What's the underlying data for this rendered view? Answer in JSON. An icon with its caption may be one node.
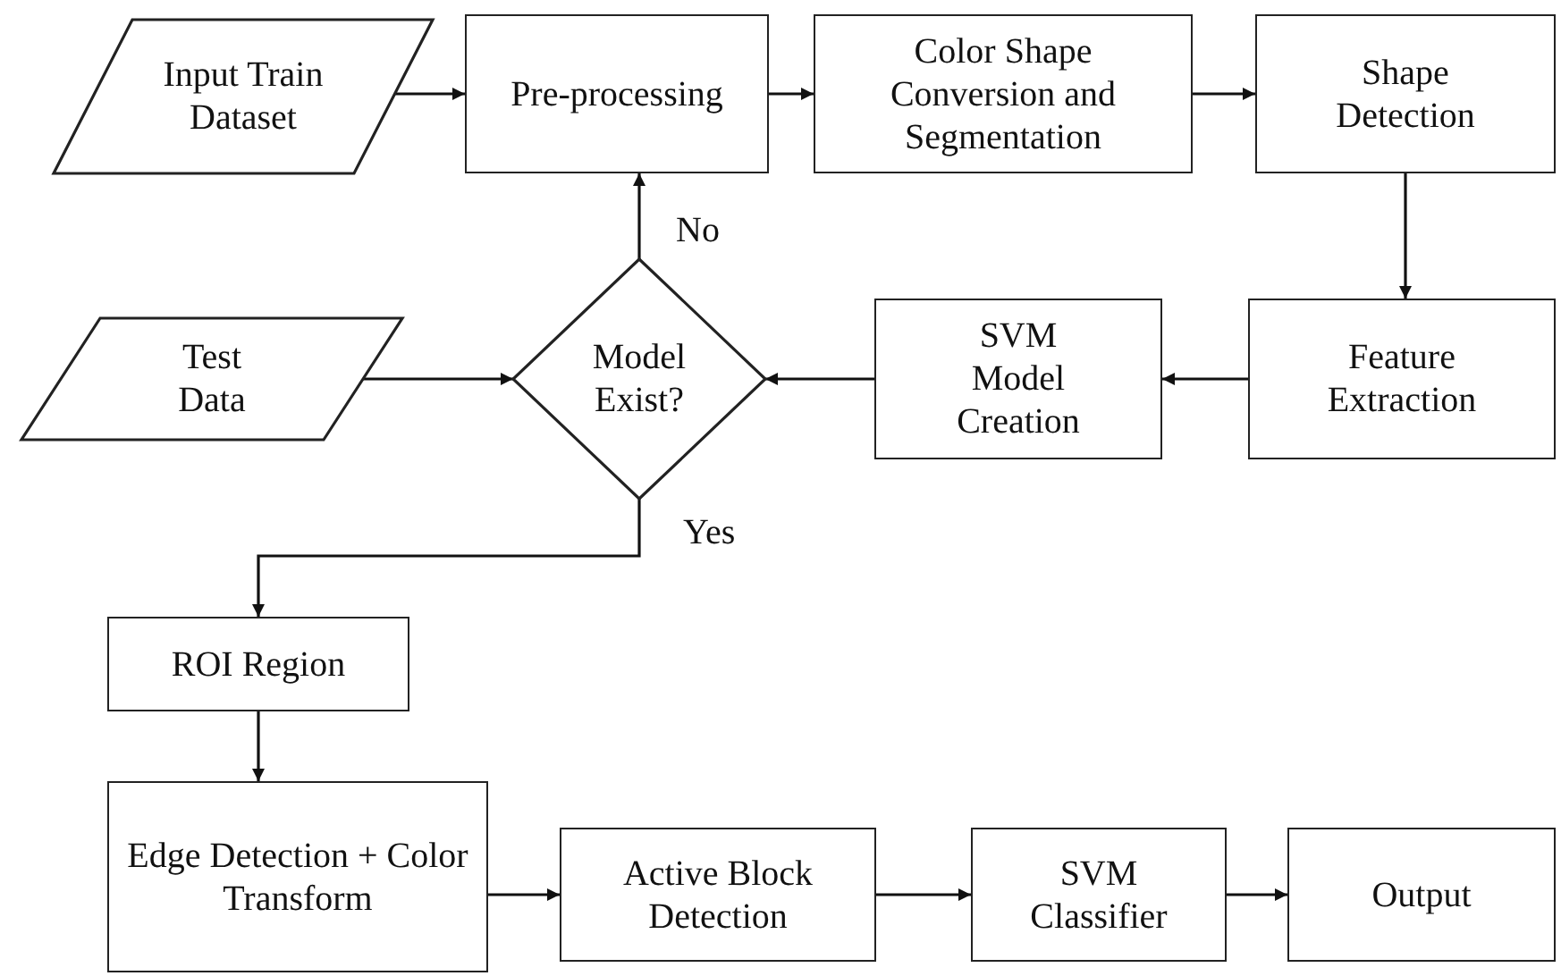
{
  "diagram": {
    "nodes": [
      {
        "text": [
          "Input Train Dataset"
        ]
      },
      {
        "text": [
          "Pre-processing"
        ]
      },
      {
        "text": [
          "Color Shape Conversion and Segmentation"
        ]
      },
      {
        "text": [
          "Shape Detection"
        ]
      },
      {
        "text": [
          "Test Data"
        ]
      },
      {
        "text": [
          "Model Exist?"
        ]
      },
      {
        "text": [
          "SVM Model Creation"
        ]
      },
      {
        "text": [
          "Feature Extraction"
        ]
      },
      {
        "text": [
          "ROI Region"
        ]
      },
      {
        "text": [
          "Edge Detection + Color Transform"
        ]
      },
      {
        "text": [
          "Active Block Detection"
        ]
      },
      {
        "text": [
          "SVM Classifier"
        ]
      },
      {
        "text": [
          "Output"
        ]
      }
    ],
    "edges": [
      {
        "from": 0,
        "to": 1,
        "arrow": "to"
      },
      {
        "from": 1,
        "to": 2,
        "arrow": "to"
      },
      {
        "from": 2,
        "to": 3,
        "arrow": "to"
      },
      {
        "from": 3,
        "to": 7,
        "arrow": "to"
      },
      {
        "from": 7,
        "to": 6,
        "arrow": "to"
      },
      {
        "from": 6,
        "to": 5,
        "arrow": "to"
      },
      {
        "from": 4,
        "to": 5,
        "arrow": "to"
      },
      {
        "from": 5,
        "to": 1,
        "arrow": "to",
        "label": "No"
      },
      {
        "from": 5,
        "to": 8,
        "arrow": "to",
        "label": "Yes"
      },
      {
        "from": 8,
        "to": 9,
        "arrow": "to"
      },
      {
        "from": 9,
        "to": 10,
        "arrow": "to"
      },
      {
        "from": 10,
        "to": 11,
        "arrow": "to"
      },
      {
        "from": 11,
        "to": 12,
        "arrow": "to"
      }
    ]
  }
}
